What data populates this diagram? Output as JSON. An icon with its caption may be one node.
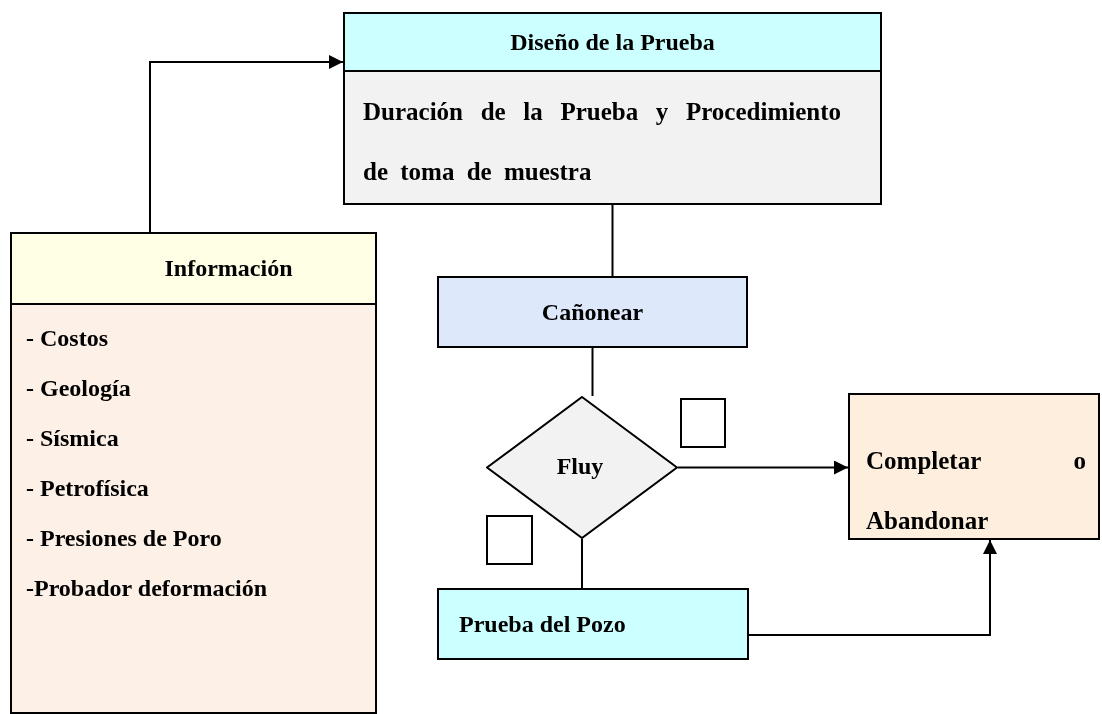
{
  "diagram": {
    "nodes": [
      {
        "text": [
          "Diseño de la Prueba",
          "Duración de la Prueba y Procedimiento de toma de muestra"
        ]
      },
      {
        "text": [
          "Información",
          "- Costos",
          "- Geología",
          "- Sísmica",
          "- Petrofísica",
          "- Presiones de Poro",
          "-Probador deformación"
        ]
      },
      {
        "text": [
          "Cañonear"
        ]
      },
      {
        "text": [
          "Fluy"
        ]
      },
      {
        "text": [],
        "shape": "box"
      },
      {
        "text": [
          "Completar o Abandonar"
        ]
      },
      {
        "text": [],
        "shape": "box"
      },
      {
        "text": [
          "Prueba del Pozo"
        ]
      }
    ],
    "edges": [
      {
        "from": 1,
        "to": 0,
        "arrow": "to"
      },
      {
        "from": 0,
        "to": 2,
        "arrow": "none"
      },
      {
        "from": 2,
        "to": 3,
        "arrow": "none"
      },
      {
        "from": 3,
        "to": 5,
        "arrow": "to"
      },
      {
        "from": 3,
        "to": 7,
        "arrow": "none"
      },
      {
        "from": 7,
        "to": 5,
        "arrow": "to"
      }
    ]
  }
}
